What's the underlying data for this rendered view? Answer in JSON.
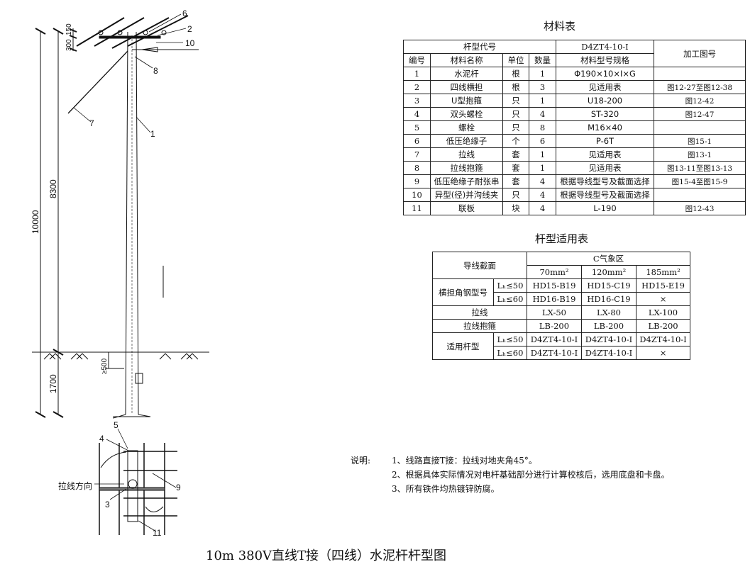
{
  "title": "10m 380V直线T接（四线）水泥杆杆型图",
  "material_table": {
    "title": "材料表",
    "pole_code_label": "杆型代号",
    "pole_code": "D4ZT4-10-I",
    "drawing_no_header": "加工图号",
    "headers": [
      "编号",
      "材料名称",
      "单位",
      "数量",
      "材料型号规格"
    ],
    "rows": [
      [
        "1",
        "水泥杆",
        "根",
        "1",
        "Φ190×10×I×G",
        ""
      ],
      [
        "2",
        "四线横担",
        "根",
        "3",
        "见适用表",
        "图12-27至图12-38"
      ],
      [
        "3",
        "U型抱箍",
        "只",
        "1",
        "U18-200",
        "图12-42"
      ],
      [
        "4",
        "双头螺栓",
        "只",
        "4",
        "ST-320",
        "图12-47"
      ],
      [
        "5",
        "螺栓",
        "只",
        "8",
        "M16×40",
        ""
      ],
      [
        "6",
        "低压绝缘子",
        "个",
        "6",
        "P-6T",
        "图15-1"
      ],
      [
        "7",
        "拉线",
        "套",
        "1",
        "见适用表",
        "图13-1"
      ],
      [
        "8",
        "拉线抱箍",
        "套",
        "1",
        "见适用表",
        "图13-11至图13-13"
      ],
      [
        "9",
        "低压绝缘子耐张串",
        "套",
        "4",
        "根据导线型号及截面选择",
        "图15-4至图15-9"
      ],
      [
        "10",
        "异型(径)并沟线夹",
        "只",
        "4",
        "根据导线型号及截面选择",
        ""
      ],
      [
        "11",
        "联板",
        "块",
        "4",
        "L-190",
        "图12-43"
      ]
    ]
  },
  "apply_table": {
    "title": "杆型适用表",
    "section_label": "导线截面",
    "zone_label": "C气象区",
    "sections": [
      "70mm²",
      "120mm²",
      "185mm²"
    ],
    "crossarm_label": "横担角钢型号",
    "span50": "Lₕ≤50",
    "span60": "Lₕ≤60",
    "crossarm_50": [
      "HD15-B19",
      "HD15-C19",
      "HD15-E19"
    ],
    "crossarm_60": [
      "HD16-B19",
      "HD16-C19",
      "×"
    ],
    "guy_label": "拉线",
    "guy": [
      "LX-50",
      "LX-80",
      "LX-100"
    ],
    "guy_hoop_label": "拉线抱箍",
    "guy_hoop": [
      "LB-200",
      "LB-200",
      "LB-200"
    ],
    "pole_type_label": "适用杆型",
    "pole_50": [
      "D4ZT4-10-I",
      "D4ZT4-10-I",
      "D4ZT4-10-I"
    ],
    "pole_60": [
      "D4ZT4-10-I",
      "D4ZT4-10-I",
      "×"
    ]
  },
  "notes": {
    "label": "说明:",
    "items": [
      "1、线路直接T接：拉线对地夹角45°。",
      "2、根据具体实际情况对电杆基础部分进行计算校核后，选用底盘和卡盘。",
      "3、所有铁件均热镀锌防腐。"
    ]
  },
  "drawing": {
    "dims": [
      "10000",
      "8300",
      "1700",
      "300",
      "150",
      "≥500"
    ],
    "callouts": [
      "1",
      "2",
      "3",
      "4",
      "5",
      "6",
      "7",
      "8",
      "9",
      "10",
      "11"
    ],
    "guy_direction": "拉线方向"
  }
}
